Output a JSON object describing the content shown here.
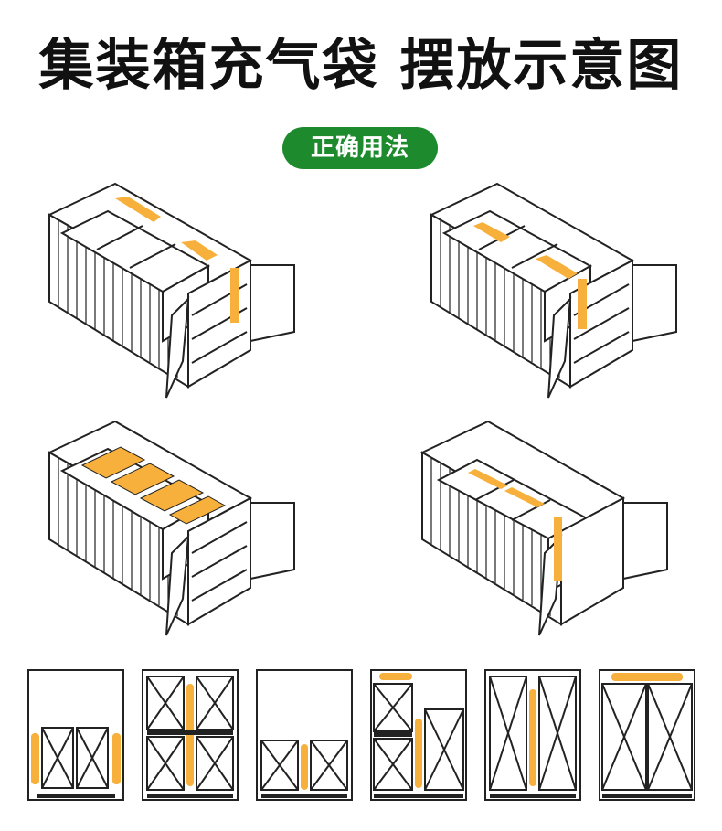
{
  "title": "集装箱充气袋 摆放示意图",
  "badge": "正确用法",
  "colors": {
    "bag": "#f7b03c",
    "badge": "#1e8a2e",
    "ink": "#222222"
  },
  "containers": [
    {
      "name": "container-bags-on-side-walls"
    },
    {
      "name": "container-bags-between-stacks"
    },
    {
      "name": "container-bags-on-top"
    },
    {
      "name": "container-bags-between-rows"
    }
  ],
  "stacking_boxes": [
    {
      "name": "stack-bags-at-sides"
    },
    {
      "name": "stack-bag-between-pallets"
    },
    {
      "name": "stack-bag-between-low-pallets"
    },
    {
      "name": "stack-bag-on-top-and-between"
    },
    {
      "name": "stack-bag-between-tall-pallets"
    },
    {
      "name": "stack-bag-on-top"
    }
  ]
}
